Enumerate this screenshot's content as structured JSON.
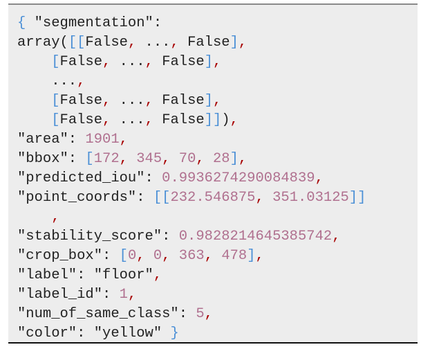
{
  "colors": {
    "text": "#222222",
    "bracket": "#4a8fd6",
    "number": "#b0708f",
    "comma": "#a80000",
    "background": "#ededed"
  },
  "code_lines": [
    [
      [
        "b",
        "{"
      ],
      [
        "p",
        " \"segmentation\":"
      ]
    ],
    [
      [
        "p",
        "array("
      ],
      [
        "b",
        "[["
      ],
      [
        "p",
        "False"
      ],
      [
        "c",
        ","
      ],
      [
        "p",
        " ..."
      ],
      [
        "c",
        ","
      ],
      [
        "p",
        " False"
      ],
      [
        "b",
        "]"
      ],
      [
        "c",
        ","
      ]
    ],
    [
      [
        "p",
        "    "
      ],
      [
        "b",
        "["
      ],
      [
        "p",
        "False"
      ],
      [
        "c",
        ","
      ],
      [
        "p",
        " ..."
      ],
      [
        "c",
        ","
      ],
      [
        "p",
        " False"
      ],
      [
        "b",
        "]"
      ],
      [
        "c",
        ","
      ]
    ],
    [
      [
        "p",
        "    ..."
      ],
      [
        "c",
        ","
      ]
    ],
    [
      [
        "p",
        "    "
      ],
      [
        "b",
        "["
      ],
      [
        "p",
        "False"
      ],
      [
        "c",
        ","
      ],
      [
        "p",
        " ..."
      ],
      [
        "c",
        ","
      ],
      [
        "p",
        " False"
      ],
      [
        "b",
        "]"
      ],
      [
        "c",
        ","
      ]
    ],
    [
      [
        "p",
        "    "
      ],
      [
        "b",
        "["
      ],
      [
        "p",
        "False"
      ],
      [
        "c",
        ","
      ],
      [
        "p",
        " ..."
      ],
      [
        "c",
        ","
      ],
      [
        "p",
        " False"
      ],
      [
        "b",
        "]]"
      ],
      [
        "p",
        ")"
      ],
      [
        "c",
        ","
      ]
    ],
    [
      [
        "p",
        "\"area\": "
      ],
      [
        "n",
        "1901"
      ],
      [
        "c",
        ","
      ]
    ],
    [
      [
        "p",
        "\"bbox\": "
      ],
      [
        "b",
        "["
      ],
      [
        "n",
        "172"
      ],
      [
        "c",
        ","
      ],
      [
        "n",
        " 345"
      ],
      [
        "c",
        ","
      ],
      [
        "n",
        " 70"
      ],
      [
        "c",
        ","
      ],
      [
        "n",
        " 28"
      ],
      [
        "b",
        "]"
      ],
      [
        "c",
        ","
      ]
    ],
    [
      [
        "p",
        "\"predicted_iou\": "
      ],
      [
        "n",
        "0.9936274290084839"
      ],
      [
        "c",
        ","
      ]
    ],
    [
      [
        "p",
        "\"point_coords\": "
      ],
      [
        "b",
        "[["
      ],
      [
        "n",
        "232.546875"
      ],
      [
        "c",
        ","
      ],
      [
        "n",
        " 351.03125"
      ],
      [
        "b",
        "]]"
      ]
    ],
    [
      [
        "p",
        "    "
      ],
      [
        "c",
        ","
      ]
    ],
    [
      [
        "p",
        "\"stability_score\": "
      ],
      [
        "n",
        "0.9828214645385742"
      ],
      [
        "c",
        ","
      ]
    ],
    [
      [
        "p",
        "\"crop_box\": "
      ],
      [
        "b",
        "["
      ],
      [
        "n",
        "0"
      ],
      [
        "c",
        ","
      ],
      [
        "n",
        " 0"
      ],
      [
        "c",
        ","
      ],
      [
        "n",
        " 363"
      ],
      [
        "c",
        ","
      ],
      [
        "n",
        " 478"
      ],
      [
        "b",
        "]"
      ],
      [
        "c",
        ","
      ]
    ],
    [
      [
        "p",
        "\"label\": \"floor\""
      ],
      [
        "c",
        ","
      ]
    ],
    [
      [
        "p",
        "\"label_id\": "
      ],
      [
        "n",
        "1"
      ],
      [
        "c",
        ","
      ]
    ],
    [
      [
        "p",
        "\"num_of_same_class\": "
      ],
      [
        "n",
        "5"
      ],
      [
        "c",
        ","
      ]
    ],
    [
      [
        "p",
        "\"color\": \"yellow\" "
      ],
      [
        "b",
        "}"
      ]
    ]
  ]
}
